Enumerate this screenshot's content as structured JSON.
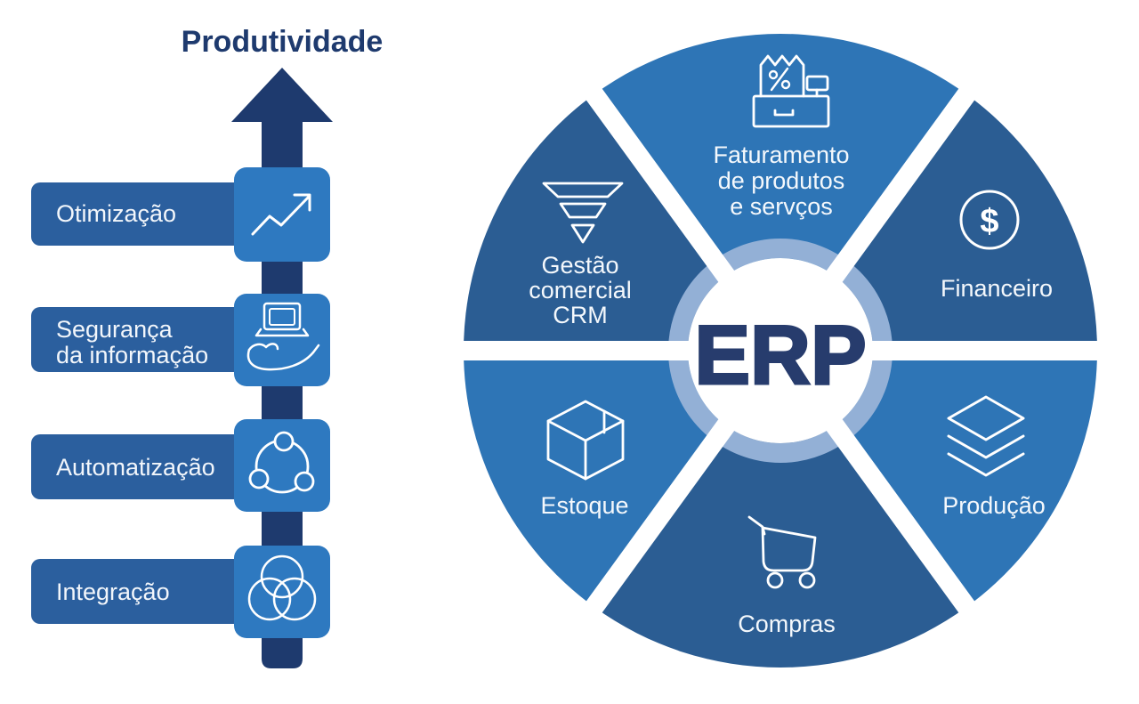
{
  "palette": {
    "navy": "#1e3a6e",
    "bar_blue": "#2b5f9e",
    "tile_blue": "#2e79c0",
    "segment_light": "#2e75b6",
    "segment_dark": "#2b5d93",
    "ring_blue": "#93b0d6",
    "label_text": "#ffffff"
  },
  "left_panel": {
    "title": "Produtividade",
    "items": [
      {
        "lines": [
          "Otimização"
        ],
        "icon": "trend-up"
      },
      {
        "lines": [
          "Segurança",
          "da informação"
        ],
        "icon": "laptop-hand"
      },
      {
        "lines": [
          "Automatização"
        ],
        "icon": "sync-nodes"
      },
      {
        "lines": [
          "Integração"
        ],
        "icon": "venn-circles"
      }
    ]
  },
  "erp_wheel": {
    "center_label": "ERP",
    "dollar_symbol": "$",
    "segments": [
      {
        "lines": [
          "Faturamento",
          "de produtos",
          "e servços"
        ],
        "icon": "cash-register",
        "shade": "light"
      },
      {
        "lines": [
          "Financeiro"
        ],
        "icon": "dollar-circle",
        "shade": "dark"
      },
      {
        "lines": [
          "Produção"
        ],
        "icon": "layers",
        "shade": "light"
      },
      {
        "lines": [
          "Compras"
        ],
        "icon": "shopping-cart",
        "shade": "dark"
      },
      {
        "lines": [
          "Estoque"
        ],
        "icon": "package-box",
        "shade": "light"
      },
      {
        "lines": [
          "Gestão",
          "comercial",
          "CRM"
        ],
        "icon": "sales-funnel",
        "shade": "dark"
      }
    ]
  }
}
